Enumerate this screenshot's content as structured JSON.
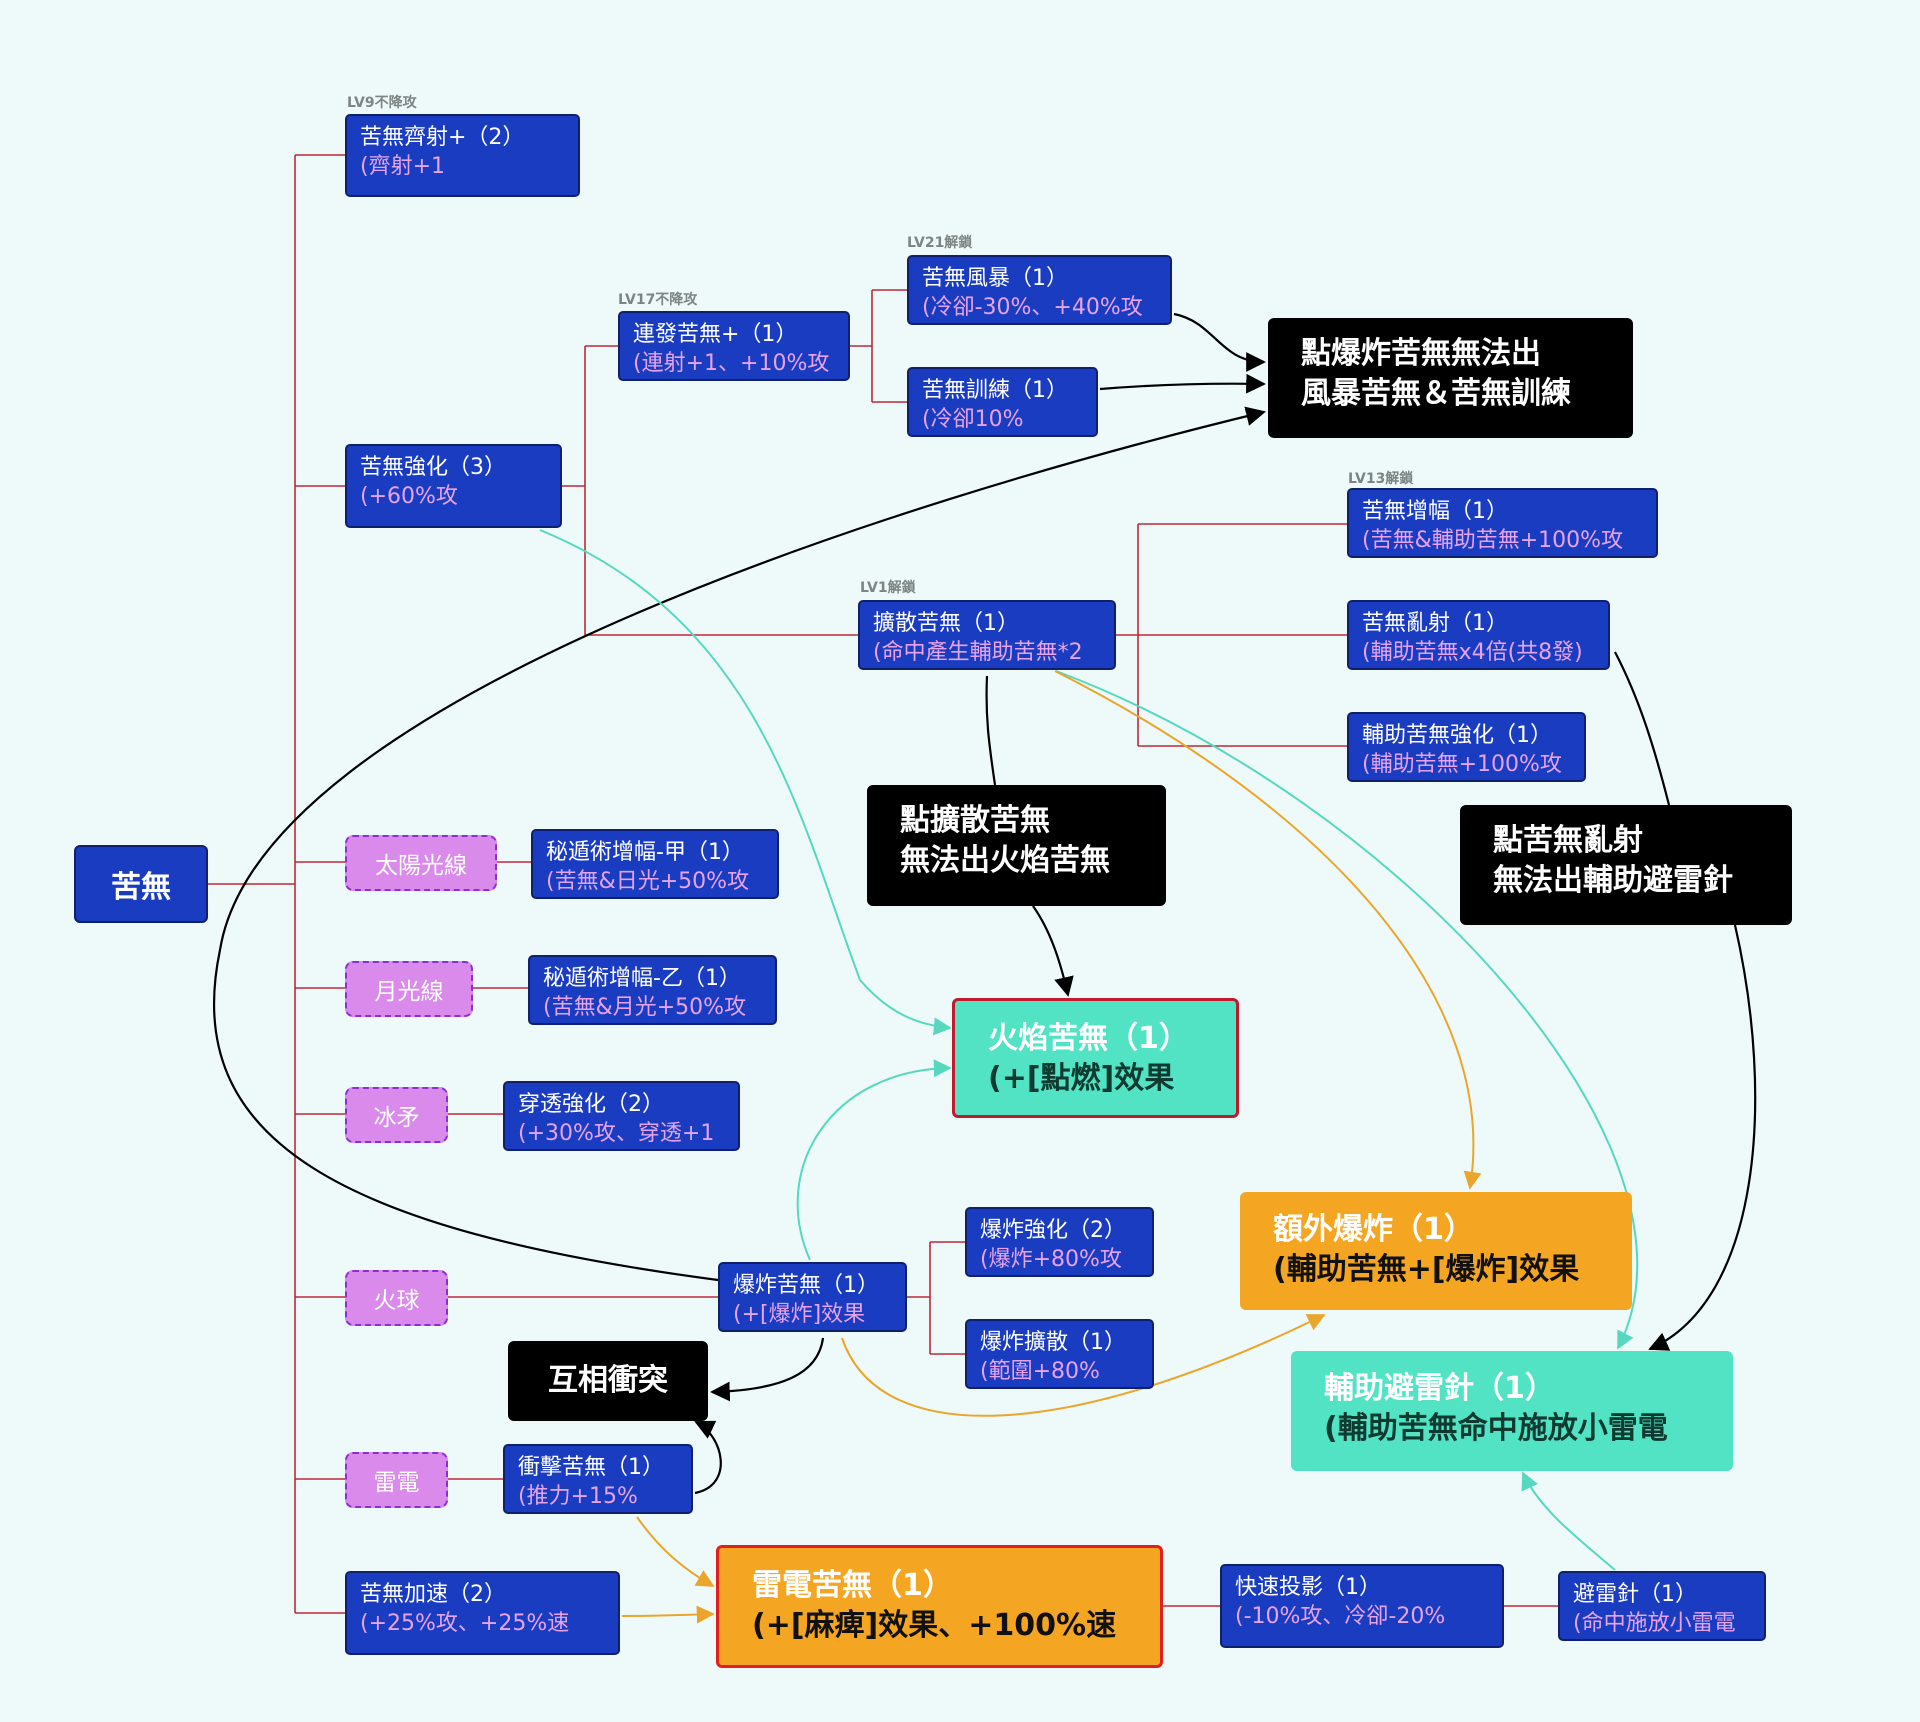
{
  "root": "苦無",
  "magic": {
    "sunray": "太陽光線",
    "moonray": "月光線",
    "icespear": "冰矛",
    "fireball": "火球",
    "thunder": "雷電"
  },
  "level_tags": {
    "lv9": "LV9不降攻",
    "lv17": "LV17不降攻",
    "lv21": "LV21解鎖",
    "lv13": "LV13解鎖",
    "lv1": "LV1解鎖"
  },
  "skills": {
    "volley": {
      "title": "苦無齊射+（2）",
      "desc": "(齊射+1"
    },
    "enhance": {
      "title": "苦無強化（3）",
      "desc": "(+60%攻"
    },
    "rapid": {
      "title": "連發苦無+（1）",
      "desc": "(連射+1、+10%攻"
    },
    "storm": {
      "title": "苦無風暴（1）",
      "desc": "(冷卻-30%、+40%攻"
    },
    "training": {
      "title": "苦無訓練（1）",
      "desc": "(冷卻10%"
    },
    "spread": {
      "title": "擴散苦無（1）",
      "desc": "(命中產生輔助苦無*2"
    },
    "amplify": {
      "title": "苦無增幅（1）",
      "desc": "(苦無&輔助苦無+100%攻"
    },
    "scatter": {
      "title": "苦無亂射（1）",
      "desc": "(輔助苦無x4倍(共8發)"
    },
    "assist_boost": {
      "title": "輔助苦無強化（1）",
      "desc": "(輔助苦無+100%攻"
    },
    "arcane_a": {
      "title": "秘遁術增幅-甲（1）",
      "desc": "(苦無&日光+50%攻"
    },
    "arcane_b": {
      "title": "秘遁術增幅-乙（1）",
      "desc": "(苦無&月光+50%攻"
    },
    "pierce": {
      "title": "穿透強化（2）",
      "desc": "(+30%攻、穿透+1"
    },
    "explode": {
      "title": "爆炸苦無（1）",
      "desc": "(+[爆炸]效果"
    },
    "explode_boost": {
      "title": "爆炸強化（2）",
      "desc": "(爆炸+80%攻"
    },
    "explode_spread": {
      "title": "爆炸擴散（1）",
      "desc": "(範圍+80%"
    },
    "impact": {
      "title": "衝擊苦無（1）",
      "desc": "(推力+15%"
    },
    "accel": {
      "title": "苦無加速（2）",
      "desc": "(+25%攻、+25%速"
    },
    "fast_proj": {
      "title": "快速投影（1）",
      "desc": "(-10%攻、冷卻-20%"
    },
    "rod": {
      "title": "避雷針（1）",
      "desc": "(命中施放小雷電"
    }
  },
  "finals": {
    "flame": {
      "title": "火焰苦無（1）",
      "desc": "(+[點燃]效果"
    },
    "extra_explode": {
      "title": "額外爆炸（1）",
      "desc": "(輔助苦無+[爆炸]效果"
    },
    "assist_rod": {
      "title": "輔助避雷針（1）",
      "desc": "(輔助苦無命中施放小雷電"
    },
    "thunder_kunai": {
      "title": "雷電苦無（1）",
      "desc": "(+[麻痺]效果、+100%速"
    }
  },
  "notes": {
    "explode_block": {
      "line1": "點爆炸苦無無法出",
      "line2": "風暴苦無＆苦無訓練"
    },
    "spread_block": {
      "line1": "點擴散苦無",
      "line2": "無法出火焰苦無"
    },
    "scatter_block": {
      "line1": "點苦無亂射",
      "line2": "無法出輔助避雷針"
    },
    "conflict": "互相衝突"
  },
  "colors": {
    "tree_line": "#c0283a",
    "block_arrow": "#000000",
    "teal_arrow": "#55d8bf",
    "orange_arrow": "#eaa52a",
    "skill_box": "#1a3cc1",
    "magic_box": "#d98aeb"
  }
}
